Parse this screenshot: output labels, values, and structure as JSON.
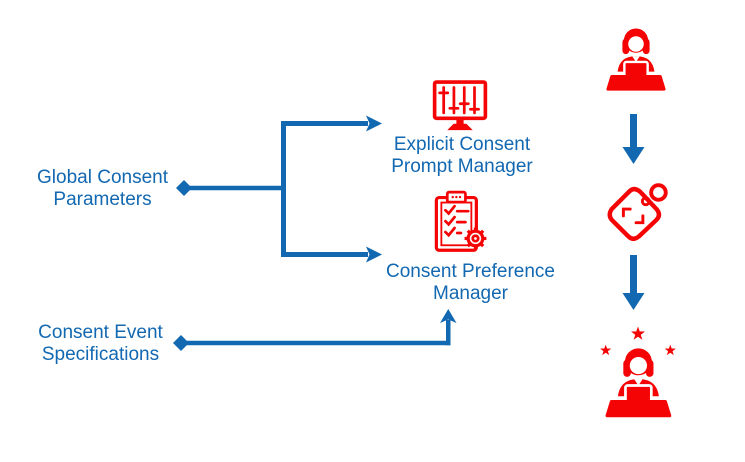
{
  "colors": {
    "blue": "#1268B1",
    "red": "#F40404",
    "background": "#FFFFFF"
  },
  "nodes": {
    "global_consent_parameters": {
      "line1": "Global Consent",
      "line2": "Parameters"
    },
    "consent_event_specifications": {
      "line1": "Consent Event",
      "line2": "Specifications"
    },
    "explicit_consent_prompt_manager": {
      "line1": "Explicit Consent",
      "line2": "Prompt Manager"
    },
    "consent_preference_manager": {
      "line1": "Consent Preference",
      "line2": "Manager"
    }
  },
  "icons": {
    "explicit_consent_prompt_manager": "settings-sliders-monitor-icon",
    "consent_preference_manager": "checklist-gear-icon",
    "flow_top": "user-at-laptop-icon",
    "flow_middle": "price-tag-icon",
    "flow_bottom": "satisfied-user-at-laptop-icon"
  }
}
